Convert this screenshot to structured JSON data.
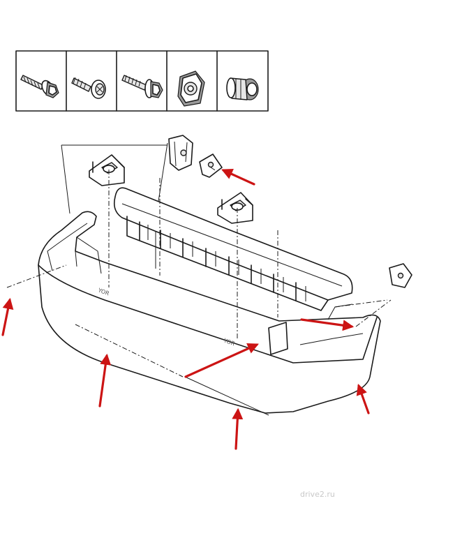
{
  "diagram": {
    "part": "rear-bumper-assembly",
    "fastener_legend": [
      {
        "icon": "hex-flange-bolt-icon"
      },
      {
        "icon": "self-tapping-screw-icon"
      },
      {
        "icon": "hex-bolt-with-washer-icon"
      },
      {
        "icon": "square-nut-clip-icon"
      },
      {
        "icon": "push-grommet-icon"
      }
    ],
    "arrow_color": "#cc1414",
    "arrow_count": 7,
    "stamped_marking": "YOR",
    "watermark": "drive2.ru"
  }
}
